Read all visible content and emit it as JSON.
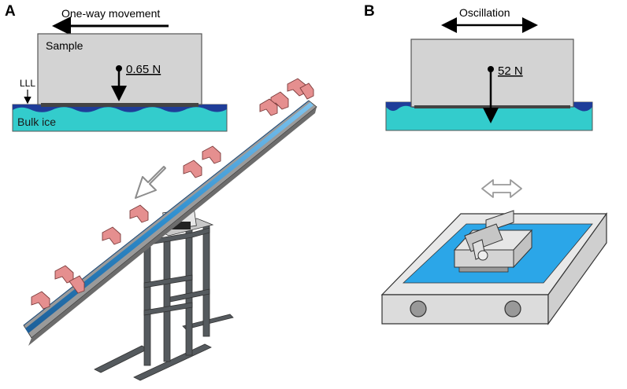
{
  "panels": [
    {
      "letter": "A",
      "motion_label": "One-way movement",
      "sample_label": "Sample",
      "force_label": "0.65 N",
      "lll_label": "LLL",
      "ice_label": "Bulk ice"
    },
    {
      "letter": "B",
      "motion_label": "Oscillation",
      "force_label": "52 N"
    }
  ],
  "colors": {
    "sample_fill": "#d3d3d3",
    "ice_fill": "#33cccc",
    "liquid_layer": "#1f3d99",
    "rail_blue": "#2f8fcf",
    "bracket_pink": "#e58f8f",
    "frame_gray": "#555a5e",
    "tray_fill": "#e8e8e8",
    "water_blue": "#2ba6e8"
  }
}
